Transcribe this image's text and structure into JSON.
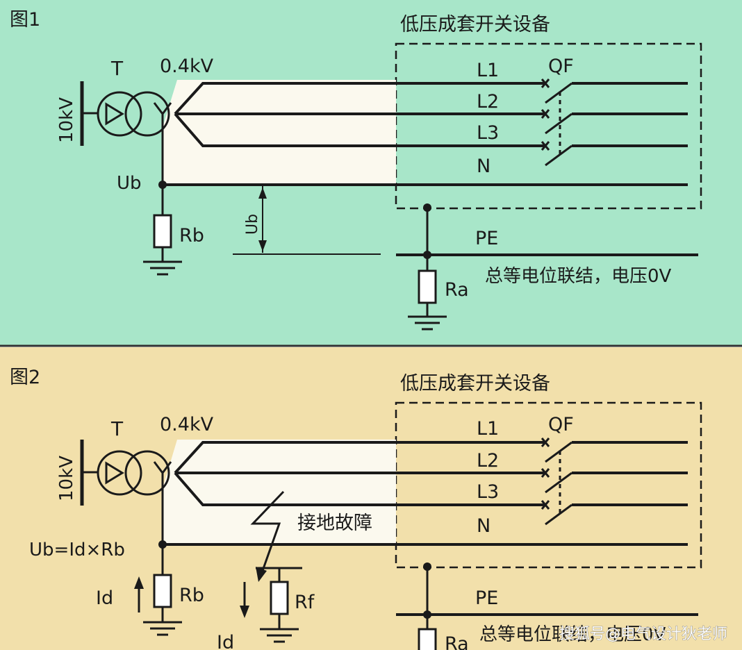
{
  "colors": {
    "panel1_bg": "#a8e6c9",
    "panel2_bg": "#f2e0ab",
    "wire": "#1a1a1a",
    "bus_fill": "#fbf9ee"
  },
  "panel1": {
    "fig_label": "图1",
    "equipment_title": "低压成套开关设备",
    "transformer_label": "T",
    "lv_voltage": "0.4kV",
    "hv_voltage": "10kV",
    "line_labels": [
      "L1",
      "L2",
      "L3",
      "N"
    ],
    "breaker_label": "QF",
    "ub_label": "Ub",
    "ub_dim_label": "Ub",
    "rb_label": "Rb",
    "pe_label": "PE",
    "ra_label": "Ra",
    "bonding_note": "总等电位联结，电压0V"
  },
  "panel2": {
    "fig_label": "图2",
    "equipment_title": "低压成套开关设备",
    "transformer_label": "T",
    "lv_voltage": "0.4kV",
    "hv_voltage": "10kV",
    "line_labels": [
      "L1",
      "L2",
      "L3",
      "N"
    ],
    "breaker_label": "QF",
    "ub_formula": "Ub=Id×Rb",
    "fault_label": "接地故障",
    "id_label_left": "Id",
    "id_label_bottom": "Id",
    "rb_label": "Rb",
    "rf_label": "Rf",
    "pe_label": "PE",
    "ra_label": "Ra",
    "bonding_note": "总等电位联结，电压0V"
  },
  "watermark": "搜狐号@电气设计狄老师"
}
